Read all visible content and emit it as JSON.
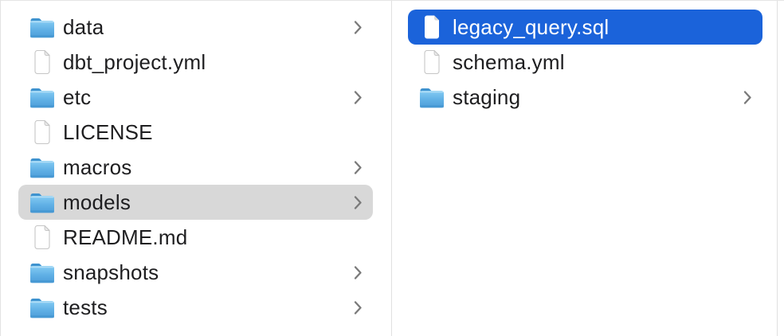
{
  "window": {
    "kind": "finder-column-view"
  },
  "colors": {
    "selection_primary_blue": "#1b63da",
    "selection_secondary_gray": "#d8d8d8",
    "folder_blue_top": "#85ccf3",
    "folder_blue_bottom": "#4c9ed9",
    "divider": "#e0e0e0",
    "text": "#1e1e20",
    "selected_text": "#ffffff",
    "chevron": "#7a7a7a"
  },
  "icons": {
    "folder": "folder-icon",
    "file": "document-icon",
    "chevron": "chevron-right-icon"
  },
  "columns": [
    {
      "name": "left",
      "items": [
        {
          "label": "data",
          "type": "folder",
          "chevron": true,
          "selected": "none"
        },
        {
          "label": "dbt_project.yml",
          "type": "file",
          "chevron": false,
          "selected": "none"
        },
        {
          "label": "etc",
          "type": "folder",
          "chevron": true,
          "selected": "none"
        },
        {
          "label": "LICENSE",
          "type": "file",
          "chevron": false,
          "selected": "none"
        },
        {
          "label": "macros",
          "type": "folder",
          "chevron": true,
          "selected": "none"
        },
        {
          "label": "models",
          "type": "folder",
          "chevron": true,
          "selected": "secondary"
        },
        {
          "label": "README.md",
          "type": "file",
          "chevron": false,
          "selected": "none"
        },
        {
          "label": "snapshots",
          "type": "folder",
          "chevron": true,
          "selected": "none"
        },
        {
          "label": "tests",
          "type": "folder",
          "chevron": true,
          "selected": "none"
        }
      ]
    },
    {
      "name": "right",
      "items": [
        {
          "label": "legacy_query.sql",
          "type": "file",
          "chevron": false,
          "selected": "primary"
        },
        {
          "label": "schema.yml",
          "type": "file",
          "chevron": false,
          "selected": "none"
        },
        {
          "label": "staging",
          "type": "folder",
          "chevron": true,
          "selected": "none"
        }
      ]
    }
  ]
}
